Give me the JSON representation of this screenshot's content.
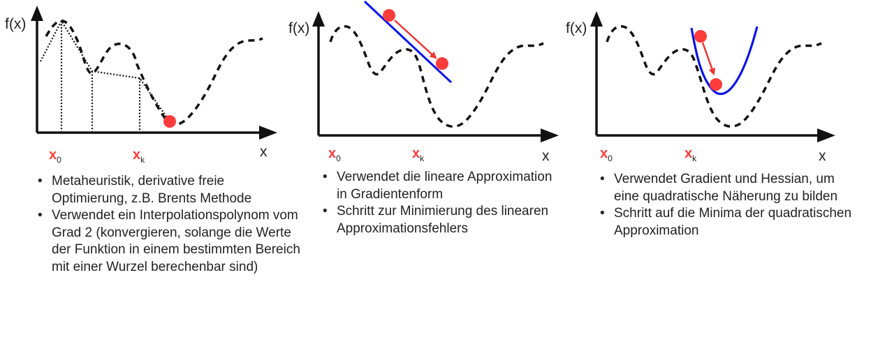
{
  "colors": {
    "curve": "#111111",
    "point": "#ff3b3b",
    "arrow": "#ee3333",
    "approximation": "#0a14e6",
    "label_accent": "#ff3b3b"
  },
  "axes": {
    "y_label": "f(x)",
    "x_label": "x",
    "x0_base": "x",
    "x0_sub": "0",
    "xk_base": "x",
    "xk_sub": "k"
  },
  "panels": [
    {
      "bullets": [
        "Metaheuristik, derivative freie Optimierung, z.B. Brents Methode",
        "Verwendet ein Interpolationspolynom vom Grad 2 (konvergieren, solange die Werte der Funktion in einem bestimmten Bereich mit einer Wurzel berechenbar sind)"
      ]
    },
    {
      "bullets": [
        "Verwendet die lineare Approximation in Gradientenform",
        "Schritt zur Minimierung des linearen Approximationsfehlers"
      ]
    },
    {
      "bullets": [
        "Verwendet Gradient und Hessian, um eine quadratische Näherung zu bilden",
        "Schritt auf die Minima der quadratischen Approximation"
      ]
    }
  ]
}
